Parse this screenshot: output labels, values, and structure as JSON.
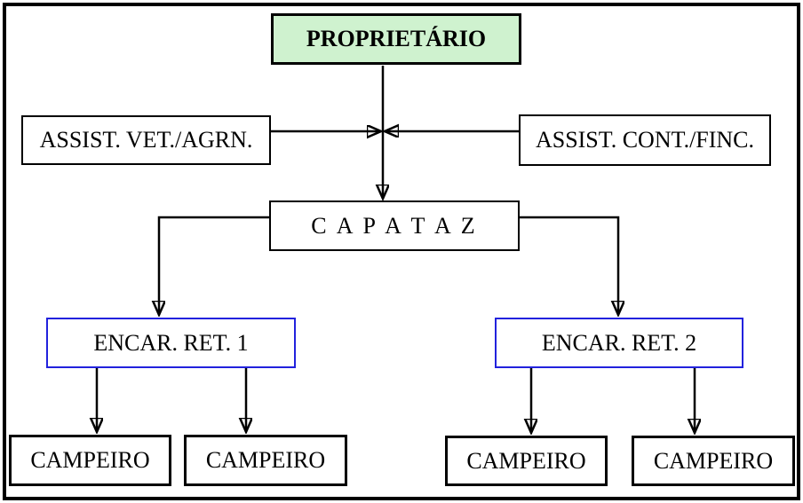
{
  "org": {
    "root": "PROPRIETÁRIO",
    "advisors": [
      "ASSIST. VET./AGRN.",
      "ASSIST. CONT./FINC."
    ],
    "manager": "C A P A T A Z",
    "supervisors": [
      "ENCAR. RET. 1",
      "ENCAR. RET. 2"
    ],
    "workers": [
      "CAMPEIRO",
      "CAMPEIRO",
      "CAMPEIRO",
      "CAMPEIRO"
    ]
  },
  "colors": {
    "root_fill": "#cff2cf",
    "supervisor_border": "#2222dd",
    "line": "#000000",
    "box_border": "#000000",
    "background": "#ffffff"
  }
}
